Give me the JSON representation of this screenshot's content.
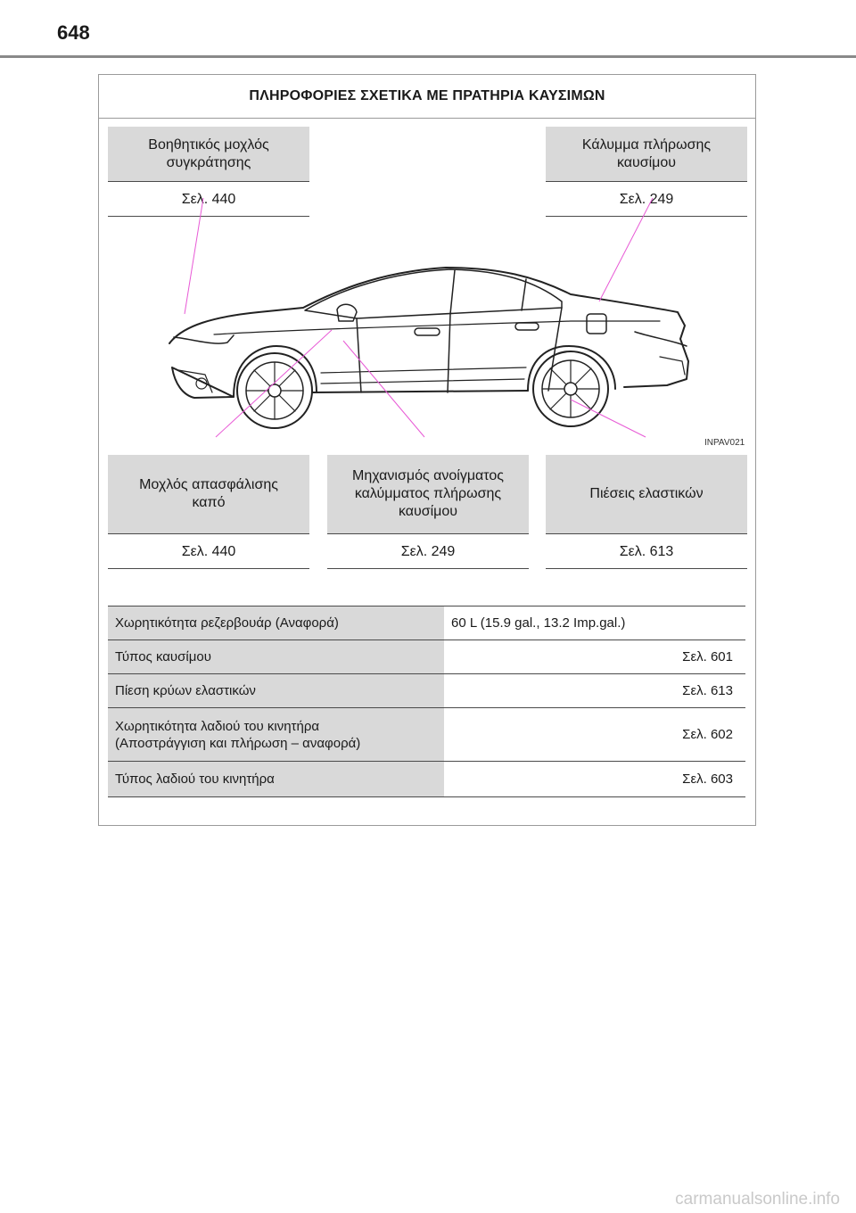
{
  "page": {
    "number": "648"
  },
  "section_title": "ΠΛΗΡΟΦΟΡΙΕΣ ΣΧΕΤΙΚΑ ΜΕ ΠΡΑΤΗΡΙΑ ΚΑΥΣΙΜΩΝ",
  "top_labels": [
    {
      "text_l1": "Βοηθητικός μοχλός",
      "text_l2": "συγκράτησης",
      "ref": "Σελ. 440"
    },
    {
      "text_l1": "Κάλυμμα πλήρωσης",
      "text_l2": "καυσίμου",
      "ref": "Σελ. 249"
    }
  ],
  "image_code": "INPAV021",
  "bottom_labels": [
    {
      "text_l1": "Μοχλός απασφάλισης",
      "text_l2": "καπό",
      "text_l3": "",
      "ref": "Σελ. 440"
    },
    {
      "text_l1": "Μηχανισμός ανοίγματος",
      "text_l2": "καλύμματος πλήρωσης",
      "text_l3": "καυσίμου",
      "ref": "Σελ. 249"
    },
    {
      "text_l1": "Πιέσεις ελαστικών",
      "text_l2": "",
      "text_l3": "",
      "ref": "Σελ. 613"
    }
  ],
  "table": [
    {
      "label_l1": "Χωρητικότητα ρεζερβουάρ (Αναφορά)",
      "label_l2": "",
      "value": "60 L (15.9 gal., 13.2 Imp.gal.)"
    },
    {
      "label_l1": "Τύπος καυσίμου",
      "label_l2": "",
      "value": "Σελ. 601"
    },
    {
      "label_l1": "Πίεση κρύων ελαστικών",
      "label_l2": "",
      "value": "Σελ. 613"
    },
    {
      "label_l1": "Χωρητικότητα λαδιού του κινητήρα",
      "label_l2": "(Αποστράγγιση και πλήρωση – αναφορά)",
      "value": "Σελ. 602"
    },
    {
      "label_l1": "Τύπος λαδιού του κινητήρα",
      "label_l2": "",
      "value": "Σελ. 603"
    }
  ],
  "watermark": "carmanualsonline.info",
  "colors": {
    "label_bg": "#d9d9d9",
    "leader_line": "#e85ad6",
    "frame_border": "#9a9a9a"
  }
}
